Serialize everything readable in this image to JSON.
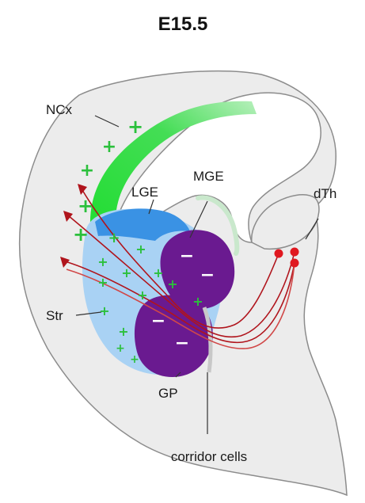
{
  "title": "E15.5",
  "labels": {
    "ncx": "NCx",
    "lge": "LGE",
    "mge": "MGE",
    "dth": "dTh",
    "str": "Str",
    "gp": "GP",
    "corridor": "corridor cells"
  },
  "signs": {
    "plus": "+",
    "minus": "−"
  },
  "colors": {
    "outline": "#8c8c8c",
    "tissue": "#ececec",
    "ncx_green": "#33dd44",
    "plus_green": "#2bc03c",
    "str_light_blue": "#a9d2f4",
    "lge_blue": "#3a92e4",
    "mge_purple": "#6a1a90",
    "axon_red": "#b0141c",
    "neuron_red": "#e01820"
  }
}
